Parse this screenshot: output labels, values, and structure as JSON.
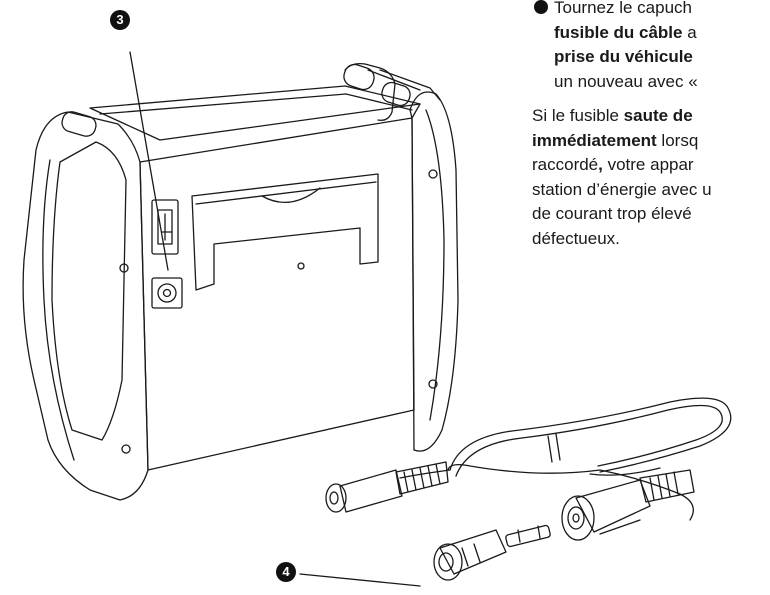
{
  "callouts": {
    "three": "3",
    "four": "4"
  },
  "instructions": {
    "step_prefix": "Tournez le capuch",
    "step_bold_1": "fusible du câble",
    "step_tail_1": " a",
    "step_bold_2": "prise du véhicule",
    "step_line_3": "un nouveau avec «",
    "para_1a": "Si le fusible ",
    "para_1b": "saute de",
    "para_2a": "immédiatement",
    "para_2b": " lorsq",
    "para_3a": "raccordé",
    "para_3b": ",",
    "para_3c": " votre appar",
    "para_4": "station d’énergie avec u",
    "para_5": "de courant trop élevé",
    "para_6": "défectueux."
  }
}
